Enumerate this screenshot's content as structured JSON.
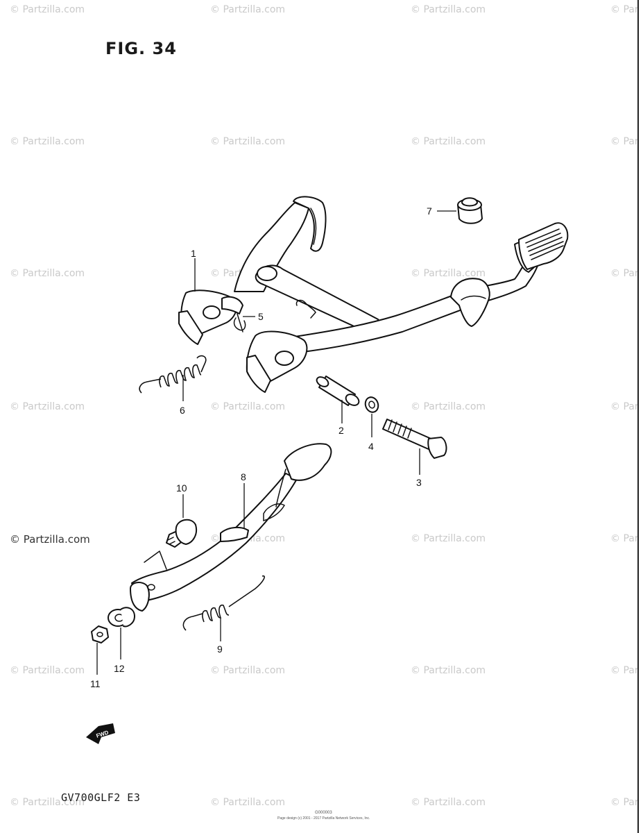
{
  "figure": {
    "title": "FIG. 34",
    "model_code": "GV700GLF2  E3",
    "footer_code": "G000003",
    "footer_note": "Page design (c) 2001 - 2017 Partzilla Network Services, Inc."
  },
  "watermark": {
    "text": "© Partzilla.com",
    "clipped_text": "© Par"
  },
  "callouts": {
    "c1": "1",
    "c2": "2",
    "c3": "3",
    "c4": "4",
    "c5": "5",
    "c6": "6",
    "c7": "7",
    "c8": "8",
    "c9": "9",
    "c10": "10",
    "c11": "11",
    "c12": "12"
  },
  "fwd_label": "FWD"
}
